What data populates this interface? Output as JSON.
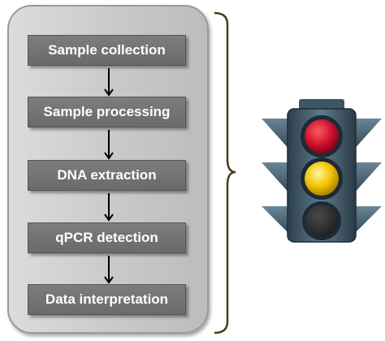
{
  "steps": [
    {
      "label": "Sample collection"
    },
    {
      "label": "Sample processing"
    },
    {
      "label": "DNA extraction"
    },
    {
      "label": "qPCR detection"
    },
    {
      "label": "Data interpretation"
    }
  ],
  "colors": {
    "step_fill": "#727272",
    "panel_fill": "#cfcfcf",
    "bracket": "#4a3c1e",
    "light_red": "#c8102e",
    "light_yellow": "#f2c200",
    "light_off": "#333333",
    "housing": "#4f6878"
  },
  "icons": [
    "down-arrow-icon",
    "bracket-icon",
    "traffic-light-icon"
  ]
}
